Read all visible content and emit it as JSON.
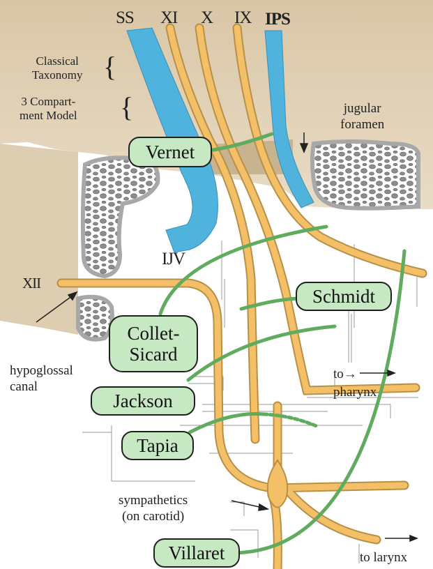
{
  "nerve_labels": {
    "ss": "SS",
    "xi": "XI",
    "x": "X",
    "ix": "IX",
    "ips": "IPS",
    "ijv": "IJV",
    "xii": "XII"
  },
  "taxonomy": {
    "classical": "Classical\nTaxonomy",
    "three_compartment": "3 Compart-\nment Model"
  },
  "annotations": {
    "jugular_foramen": "jugular\nforamen",
    "hypoglossal_canal": "hypoglossal\ncanal",
    "to_pharynx": "to→\npharynx",
    "sympathetics": "sympathetics\n(on carotid)",
    "to_larynx": "to larynx"
  },
  "syndromes": {
    "vernet": "Vernet",
    "schmidt": "Schmidt",
    "collet_sicard": "Collet-\nSicard",
    "jackson": "Jackson",
    "tapia": "Tapia",
    "villaret": "Villaret"
  },
  "colors": {
    "bone": "#e2d2b8",
    "bone_dark": "#cbb591",
    "nerve": "#f3c068",
    "nerve_outline": "#b88f46",
    "vessel": "#4fb3de",
    "syndrome_line": "#5fac5f",
    "pill_fill": "#c6e8c3"
  }
}
